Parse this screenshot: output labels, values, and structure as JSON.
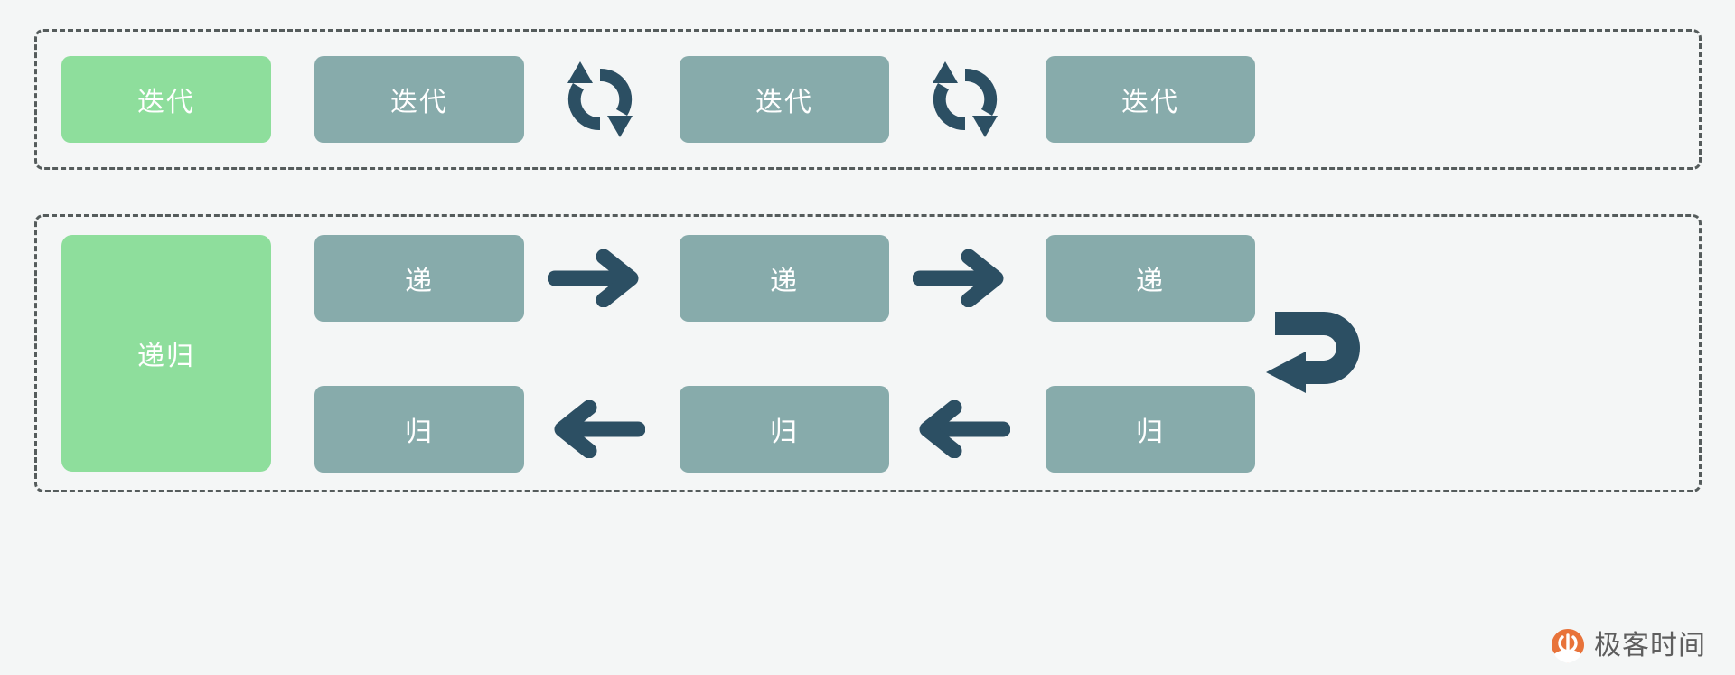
{
  "figure": {
    "background_color": "#f4f6f6",
    "box_green": "#8ede9c",
    "box_teal": "#87abab",
    "arrow_color": "#2c4f63",
    "dash_color": "#555c5c",
    "label_color": "#ffffff"
  },
  "groups": [
    {
      "id": "iteration",
      "name": "iteration-group",
      "nodes": [
        {
          "label": "迭代",
          "style": "green"
        },
        {
          "label": "迭代",
          "style": "teal"
        },
        {
          "label": "迭代",
          "style": "teal"
        },
        {
          "label": "迭代",
          "style": "teal"
        }
      ],
      "connectors": [
        {
          "icon": "cycle-arrows-icon"
        },
        {
          "icon": "cycle-arrows-icon"
        }
      ]
    },
    {
      "id": "recursion",
      "name": "recursion-group",
      "label_node": {
        "label": "递归",
        "style": "green"
      },
      "descend_row": {
        "nodes": [
          {
            "label": "递",
            "style": "teal"
          },
          {
            "label": "递",
            "style": "teal"
          },
          {
            "label": "递",
            "style": "teal"
          }
        ],
        "connectors": [
          {
            "icon": "arrow-right-icon"
          },
          {
            "icon": "arrow-right-icon"
          }
        ]
      },
      "return_row": {
        "nodes": [
          {
            "label": "归",
            "style": "teal"
          },
          {
            "label": "归",
            "style": "teal"
          },
          {
            "label": "归",
            "style": "teal"
          }
        ],
        "connectors": [
          {
            "icon": "arrow-left-icon"
          },
          {
            "icon": "arrow-left-icon"
          }
        ]
      },
      "turn_connector": {
        "icon": "u-turn-arrow-icon"
      }
    }
  ],
  "brand": {
    "name": "geektime-logo",
    "text": "极客时间",
    "mark_icon": "geektime-mark-icon",
    "mark_color": "#e8733a",
    "text_color": "#5e5e5e"
  }
}
